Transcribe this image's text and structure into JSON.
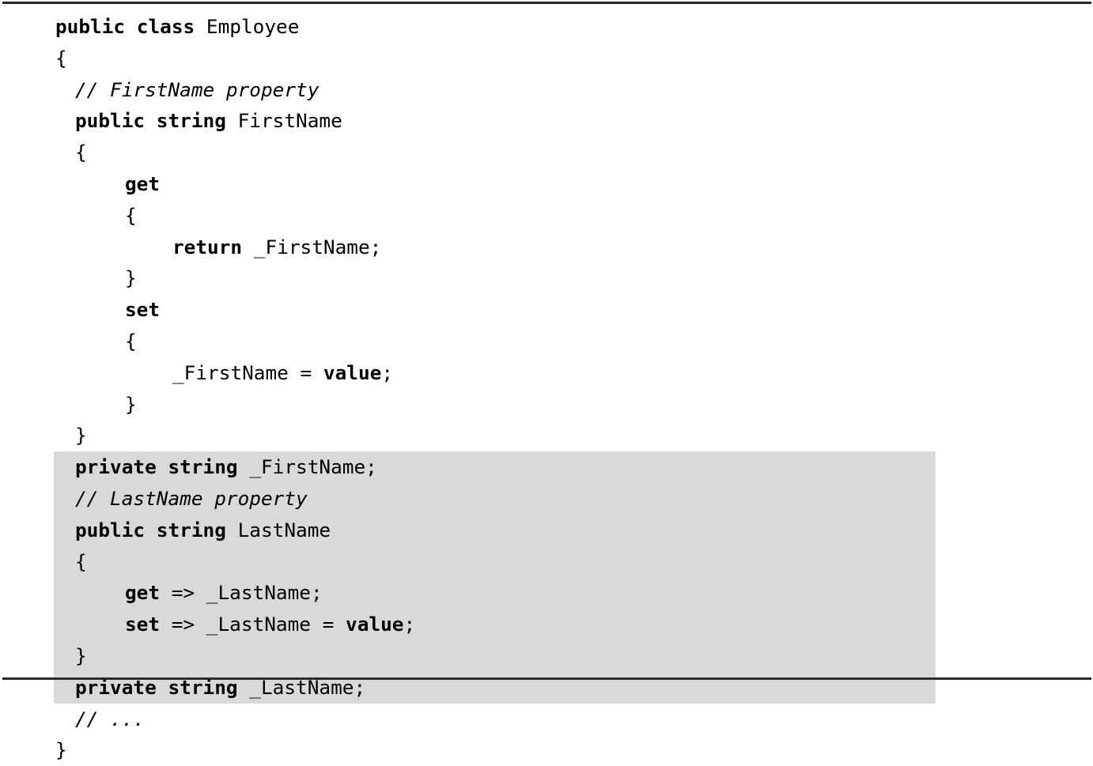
{
  "listing": {
    "language": "C#",
    "colors": {
      "text": "#000000",
      "background": "#ffffff",
      "highlight": "#d9d9d9",
      "rule": "#2b2b2b"
    },
    "rules": {
      "top_label": "top-rule",
      "bottom_label": "bottom-rule"
    },
    "lines": [
      {
        "indent": 0,
        "highlight": false,
        "text": "public class Employee",
        "tokens": [
          {
            "t": "public class ",
            "s": "kw"
          },
          {
            "t": "Employee",
            "s": "plain"
          }
        ]
      },
      {
        "indent": 0,
        "highlight": false,
        "text": "{",
        "tokens": [
          {
            "t": "{",
            "s": "plain"
          }
        ]
      },
      {
        "indent": 1,
        "highlight": false,
        "text": "// FirstName property",
        "tokens": [
          {
            "t": "// FirstName property",
            "s": "cmt"
          }
        ]
      },
      {
        "indent": 1,
        "highlight": false,
        "text": "public string FirstName",
        "tokens": [
          {
            "t": "public string ",
            "s": "kw"
          },
          {
            "t": "FirstName",
            "s": "plain"
          }
        ]
      },
      {
        "indent": 1,
        "highlight": false,
        "text": "{",
        "tokens": [
          {
            "t": "{",
            "s": "plain"
          }
        ]
      },
      {
        "indent": 2,
        "highlight": false,
        "text": "get",
        "tokens": [
          {
            "t": "get",
            "s": "kw"
          }
        ]
      },
      {
        "indent": 2,
        "highlight": false,
        "text": "{",
        "tokens": [
          {
            "t": "{",
            "s": "plain"
          }
        ]
      },
      {
        "indent": 3,
        "highlight": false,
        "text": "return _FirstName;",
        "tokens": [
          {
            "t": "return",
            "s": "kw"
          },
          {
            "t": " _FirstName;",
            "s": "plain"
          }
        ]
      },
      {
        "indent": 2,
        "highlight": false,
        "text": "}",
        "tokens": [
          {
            "t": "}",
            "s": "plain"
          }
        ]
      },
      {
        "indent": 2,
        "highlight": false,
        "text": "set",
        "tokens": [
          {
            "t": "set",
            "s": "kw"
          }
        ]
      },
      {
        "indent": 2,
        "highlight": false,
        "text": "{",
        "tokens": [
          {
            "t": "{",
            "s": "plain"
          }
        ]
      },
      {
        "indent": 3,
        "highlight": false,
        "text": "_FirstName = value;",
        "tokens": [
          {
            "t": "_FirstName = ",
            "s": "plain"
          },
          {
            "t": "value",
            "s": "kw"
          },
          {
            "t": ";",
            "s": "plain"
          }
        ]
      },
      {
        "indent": 2,
        "highlight": false,
        "text": "}",
        "tokens": [
          {
            "t": "}",
            "s": "plain"
          }
        ]
      },
      {
        "indent": 1,
        "highlight": false,
        "text": "}",
        "tokens": [
          {
            "t": "}",
            "s": "plain"
          }
        ]
      },
      {
        "indent": 1,
        "highlight": true,
        "text": "private string _FirstName;",
        "tokens": [
          {
            "t": "private string ",
            "s": "kw"
          },
          {
            "t": "_FirstName;",
            "s": "plain"
          }
        ]
      },
      {
        "indent": 1,
        "highlight": true,
        "text": "// LastName property",
        "tokens": [
          {
            "t": "// LastName property",
            "s": "cmt"
          }
        ]
      },
      {
        "indent": 1,
        "highlight": true,
        "text": "public string LastName",
        "tokens": [
          {
            "t": "public string ",
            "s": "kw"
          },
          {
            "t": "LastName",
            "s": "plain"
          }
        ]
      },
      {
        "indent": 1,
        "highlight": true,
        "text": "{",
        "tokens": [
          {
            "t": "{",
            "s": "plain"
          }
        ]
      },
      {
        "indent": 2,
        "highlight": true,
        "text": "get => _LastName;",
        "tokens": [
          {
            "t": "get",
            "s": "kw"
          },
          {
            "t": " => _LastName;",
            "s": "plain"
          }
        ]
      },
      {
        "indent": 2,
        "highlight": true,
        "text": "set => _LastName = value;",
        "tokens": [
          {
            "t": "set",
            "s": "kw"
          },
          {
            "t": " => _LastName = ",
            "s": "plain"
          },
          {
            "t": "value",
            "s": "kw"
          },
          {
            "t": ";",
            "s": "plain"
          }
        ]
      },
      {
        "indent": 1,
        "highlight": true,
        "text": "}",
        "tokens": [
          {
            "t": "}",
            "s": "plain"
          }
        ]
      },
      {
        "indent": 1,
        "highlight": true,
        "text": "private string _LastName;",
        "tokens": [
          {
            "t": "private string ",
            "s": "kw"
          },
          {
            "t": "_LastName;",
            "s": "plain"
          }
        ]
      },
      {
        "indent": 1,
        "highlight": false,
        "text": "// ...",
        "tokens": [
          {
            "t": "// ...",
            "s": "cmt"
          }
        ]
      },
      {
        "indent": 0,
        "highlight": false,
        "text": "}",
        "tokens": [
          {
            "t": "}",
            "s": "plain"
          }
        ]
      }
    ]
  }
}
